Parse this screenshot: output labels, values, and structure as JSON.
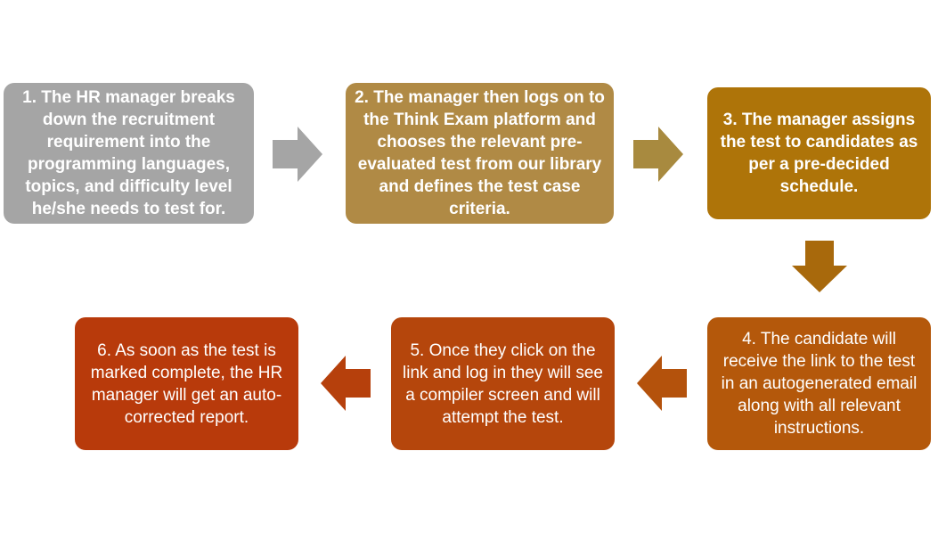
{
  "steps": [
    {
      "text": "1. The HR manager breaks down the recruitment requirement into the programming languages, topics, and difficulty level he/she needs to test for.",
      "color": "#a5a5a5"
    },
    {
      "text": "2. The manager then logs on to the Think Exam platform and chooses the relevant pre-evaluated test from our library and defines the test case criteria.",
      "color": "#b08a45"
    },
    {
      "text": "3. The manager assigns the test to candidates as per a pre-decided schedule.",
      "color": "#ae7409"
    },
    {
      "text": "4. The candidate will receive the link to the test in an autogenerated email along with all relevant instructions.",
      "color": "#b4580b"
    },
    {
      "text": "5. Once they click on the link and log in they will see a compiler screen and will attempt the test.",
      "color": "#b5460c"
    },
    {
      "text": "6. As soon as the test is marked complete, the HR manager will get an auto-corrected report.",
      "color": "#b83a0b"
    }
  ],
  "arrows": [
    {
      "direction": "right",
      "color": "#a5a5a5"
    },
    {
      "direction": "right",
      "color": "#a88a3f"
    },
    {
      "direction": "down",
      "color": "#a8690c"
    },
    {
      "direction": "left",
      "color": "#b4520c"
    },
    {
      "direction": "left",
      "color": "#b6400c"
    }
  ]
}
